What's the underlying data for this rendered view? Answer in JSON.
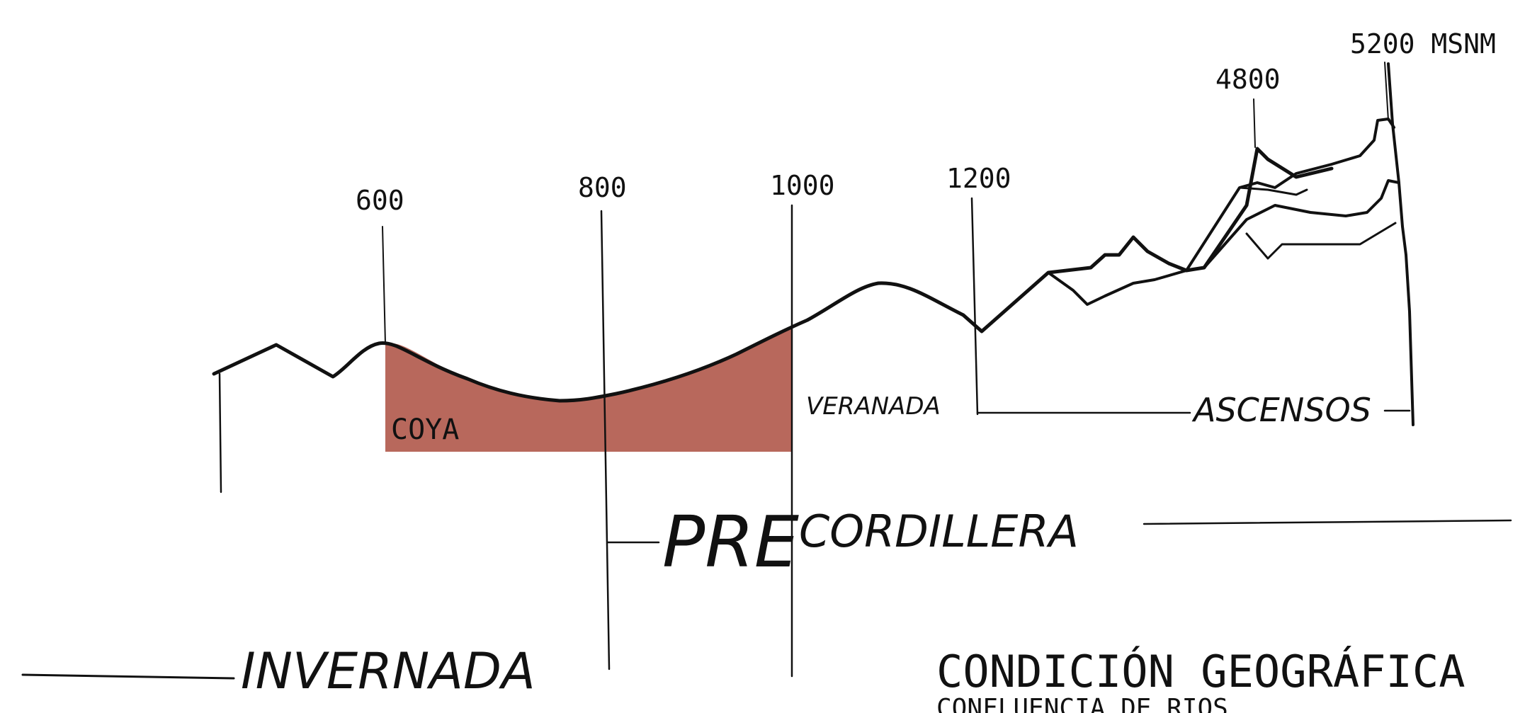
{
  "elevation_marks": {
    "m600": "600",
    "m800": "800",
    "m1000": "1000",
    "m1200": "1200",
    "m4800": "4800",
    "m5200": "5200 MSNM"
  },
  "zones": {
    "coya": "COYA",
    "veranada": "VERANADA",
    "ascensos": "ASCENSOS",
    "precordillera_pre": "PRE",
    "precordillera_rest": "CORDILLERA",
    "invernada": "INVERNADA"
  },
  "title": {
    "main": "CONDICIÓN GEOGRÁFICA",
    "sub": "CONFLUENCIA DE RIOS"
  },
  "colors": {
    "coya_fill": "#b8685c",
    "ink": "#111111"
  }
}
